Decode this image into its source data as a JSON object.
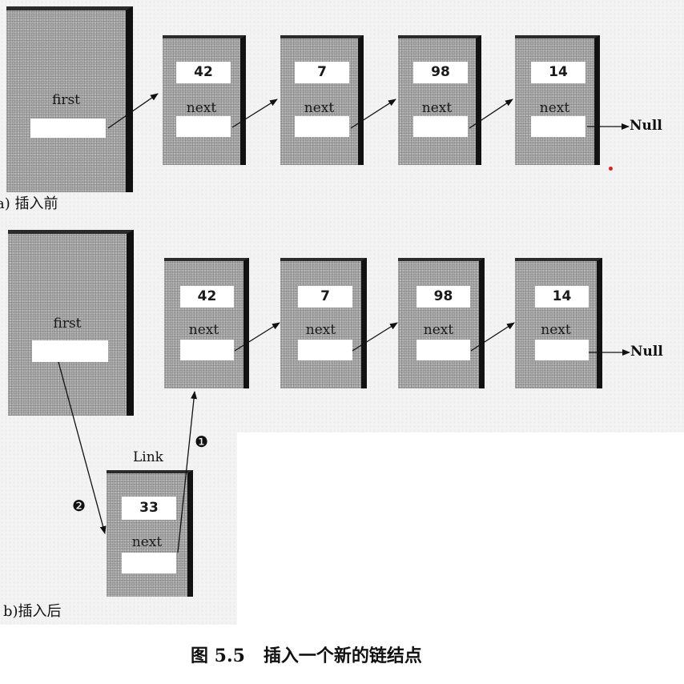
{
  "before": {
    "label": "a) 插入前",
    "head": {
      "label": "first"
    },
    "nodes": [
      {
        "value": "42",
        "next": "next"
      },
      {
        "value": "7",
        "next": "next"
      },
      {
        "value": "98",
        "next": "next"
      },
      {
        "value": "14",
        "next": "next"
      }
    ],
    "null": "Null"
  },
  "after": {
    "label": "b)插入后",
    "head": {
      "label": "first"
    },
    "nodes": [
      {
        "value": "42",
        "next": "next"
      },
      {
        "value": "7",
        "next": "next"
      },
      {
        "value": "98",
        "next": "next"
      },
      {
        "value": "14",
        "next": "next"
      }
    ],
    "null": "Null",
    "new_link": {
      "title": "Link",
      "value": "33",
      "next": "next"
    },
    "steps": {
      "one": "❶",
      "two": "❷"
    }
  },
  "caption": "图 5.5   插入一个新的链结点",
  "colors": {
    "node_fill": "#acacac",
    "node_shadow": "#121212",
    "field": "#ffffff",
    "stray_dot": "#e02020"
  }
}
